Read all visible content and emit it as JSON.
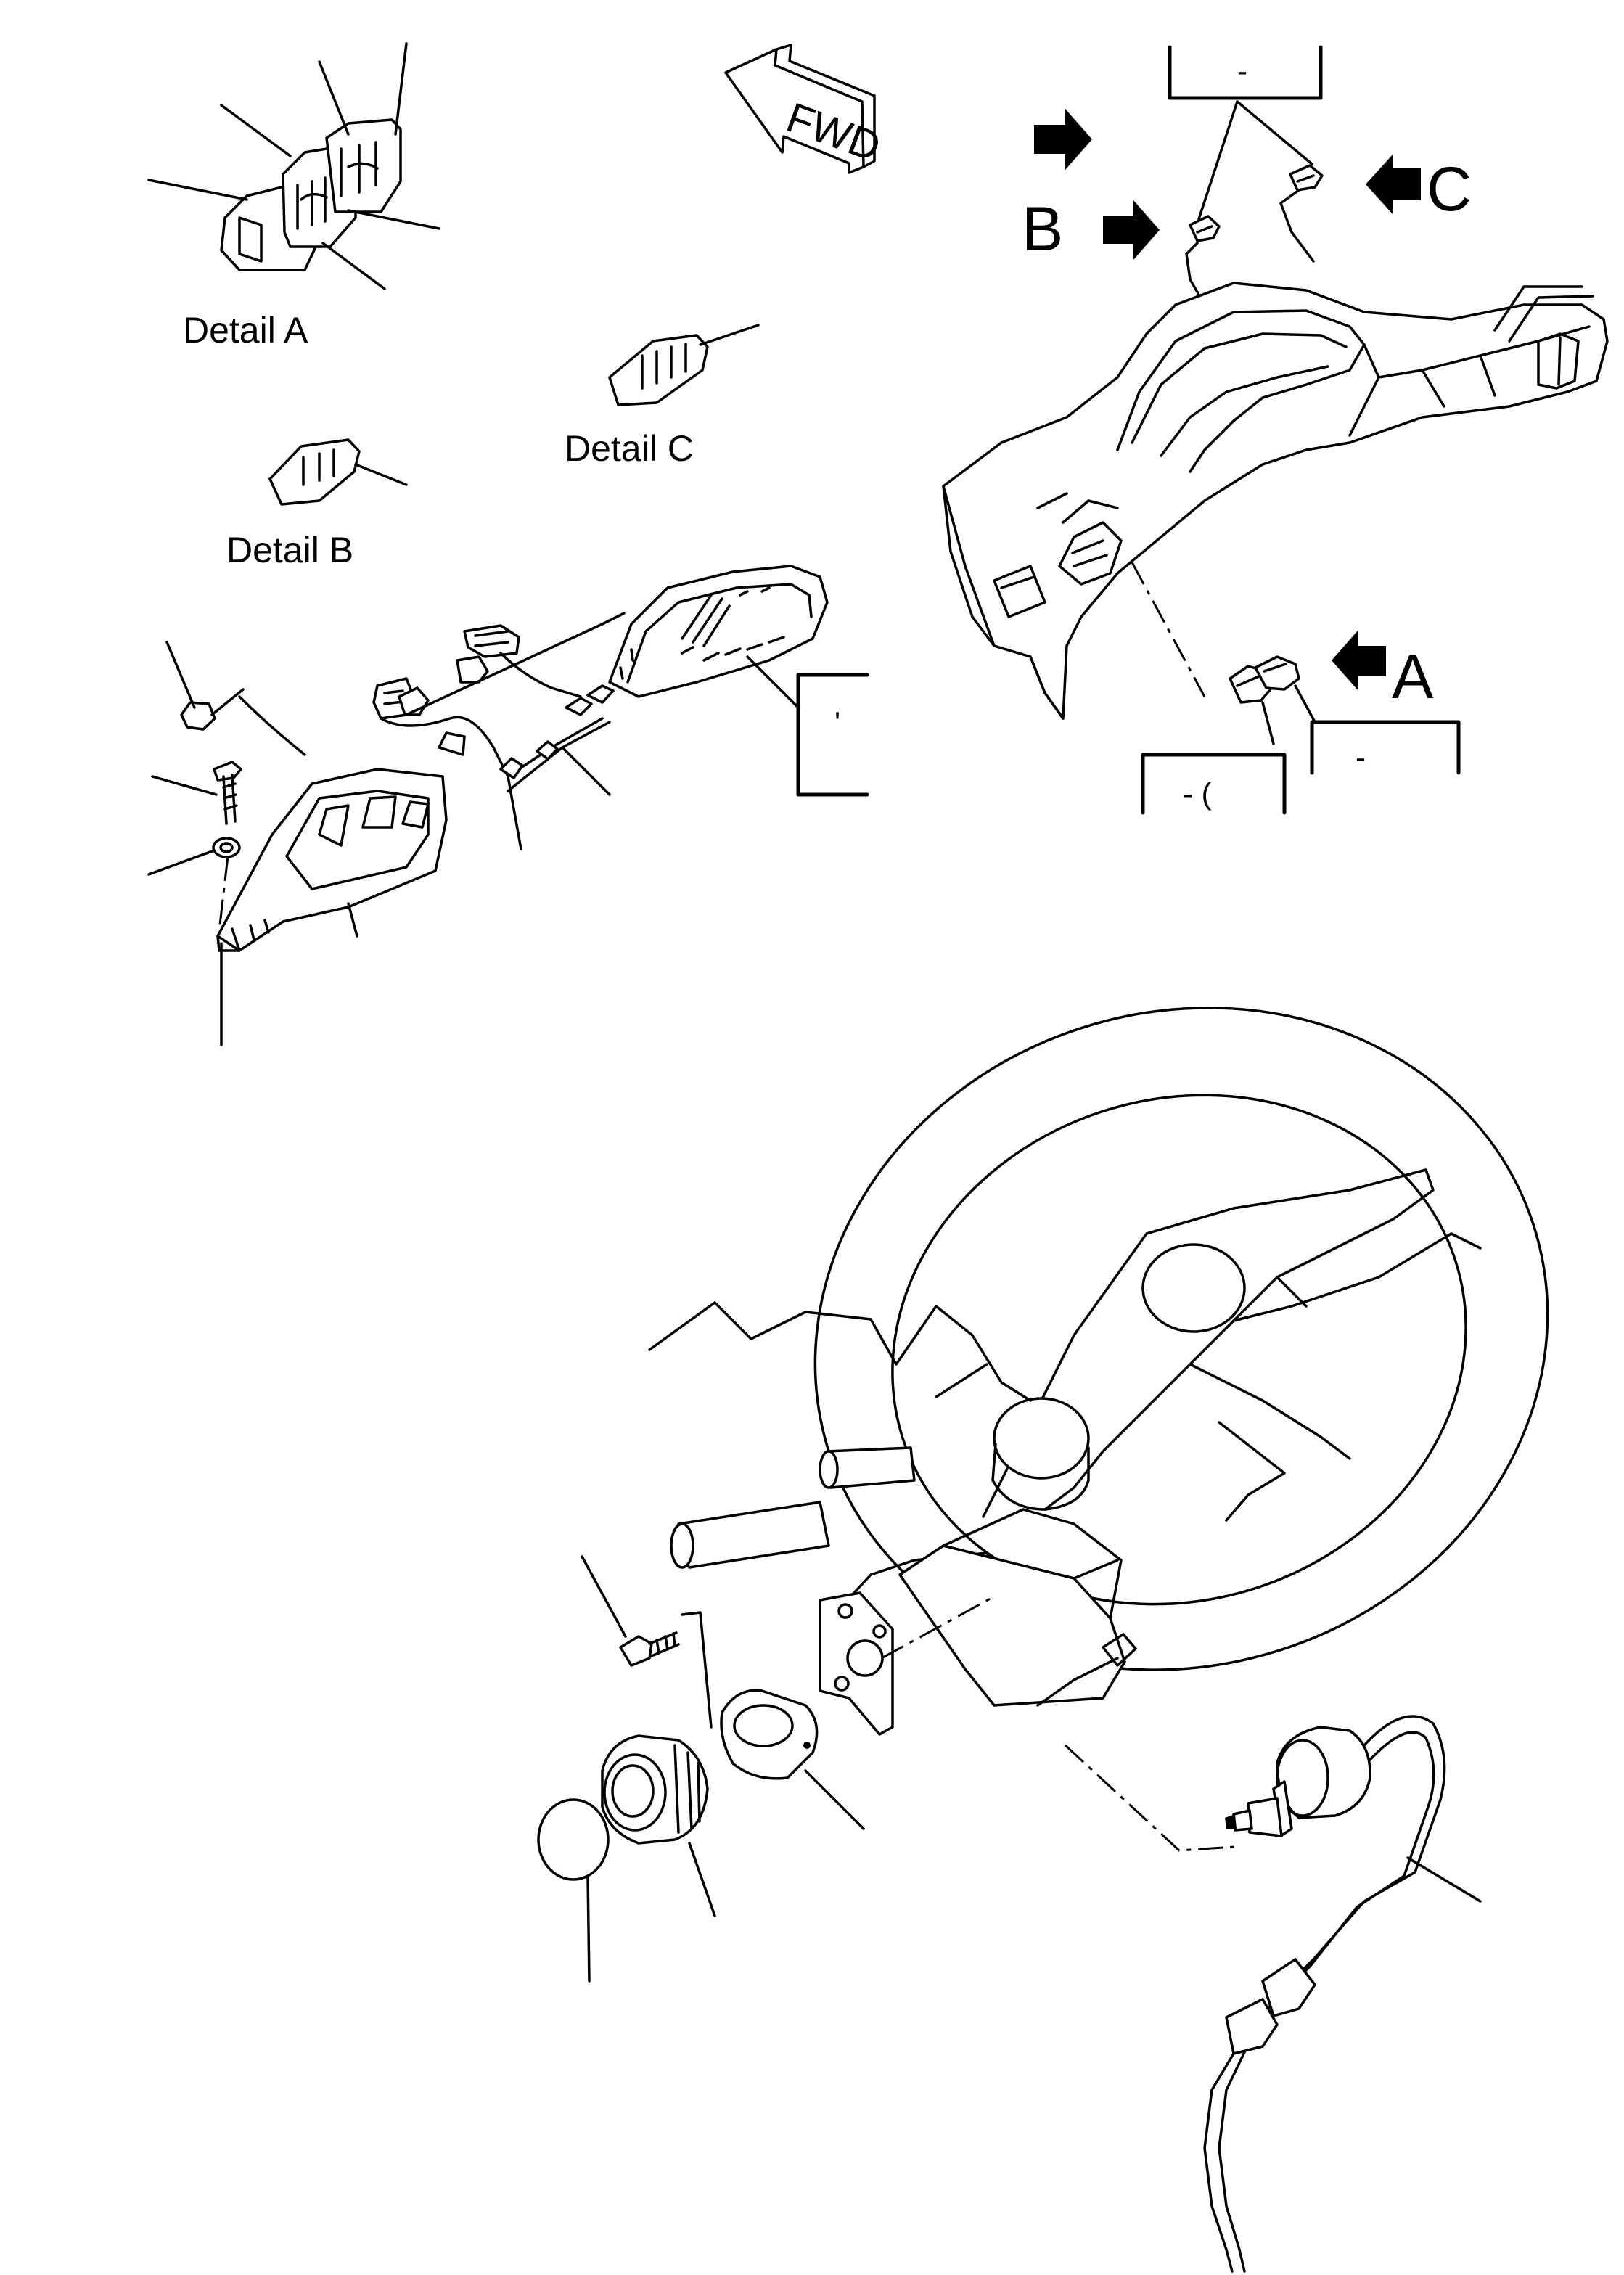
{
  "diagram": {
    "detail_labels": {
      "a": "Detail A",
      "b": "Detail B",
      "c": "Detail C"
    },
    "view_arrows": {
      "a": "A",
      "b": "B",
      "c": "C"
    },
    "fwd_sign": "FWD",
    "part_boxes": {
      "top_right": "-",
      "bottom_left": "- (",
      "bottom_right": "-",
      "cluster": "'"
    }
  }
}
